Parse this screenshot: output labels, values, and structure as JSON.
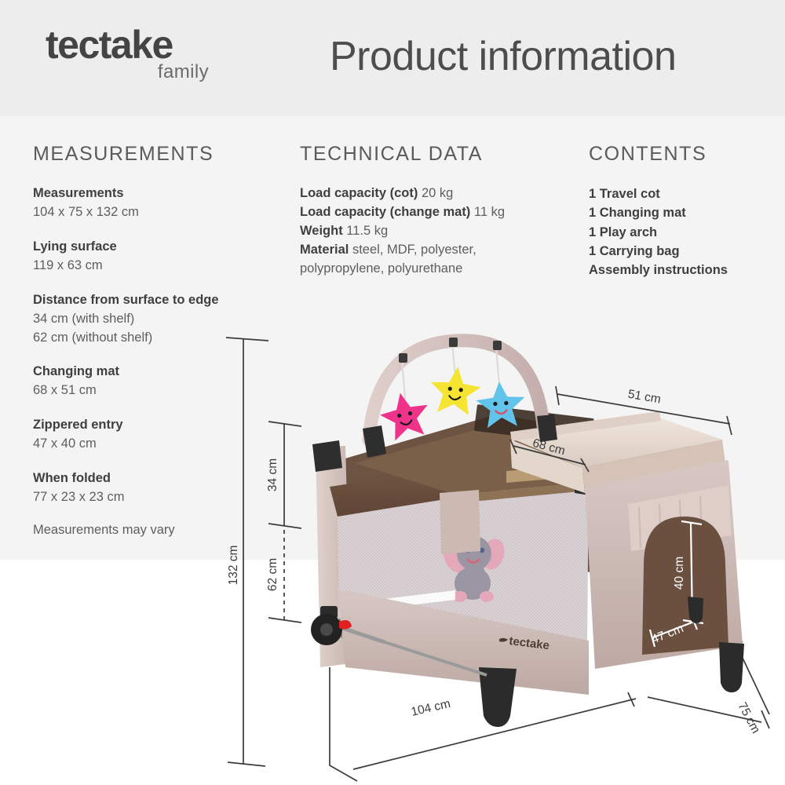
{
  "header": {
    "logo_main": "tectake",
    "logo_sub": "family",
    "title": "Product information"
  },
  "columns": {
    "measurements": {
      "heading": "MEASUREMENTS",
      "blocks": [
        {
          "label": "Measurements",
          "value": "104 x 75 x 132 cm"
        },
        {
          "label": "Lying surface",
          "value": "119 x 63 cm"
        },
        {
          "label": "Distance from surface to edge",
          "value": "34 cm (with shelf)",
          "value2": "62 cm (without shelf)"
        },
        {
          "label": "Changing mat",
          "value": "68 x 51 cm"
        },
        {
          "label": "Zippered entry",
          "value": "47 x 40 cm"
        },
        {
          "label": "When folded",
          "value": "77 x 23 x 23 cm"
        }
      ],
      "note": "Measurements may vary"
    },
    "technical": {
      "heading": "TECHNICAL DATA",
      "rows": [
        {
          "label": "Load capacity (cot)",
          "value": "20 kg"
        },
        {
          "label": "Load capacity (change mat)",
          "value": "11 kg"
        },
        {
          "label": "Weight",
          "value": "11.5 kg"
        },
        {
          "label": "Material",
          "value": "steel, MDF, polyester,"
        }
      ],
      "material_cont": "polypropylene, polyurethane"
    },
    "contents": {
      "heading": "CONTENTS",
      "items": [
        "1 Travel cot",
        "1 Changing mat",
        "1 Play arch",
        "1 Carrying bag",
        "Assembly instructions"
      ]
    }
  },
  "product_image": {
    "cot_logo": "tectake",
    "dimensions": {
      "total_height": "132 cm",
      "surface_to_edge_with_shelf": "34 cm",
      "surface_to_edge_without_shelf": "62 cm",
      "mat_length": "68 cm",
      "mat_width": "51 cm",
      "entry_height": "40 cm",
      "entry_width": "47 cm",
      "length": "104 cm",
      "depth": "75 cm"
    },
    "toys": [
      "pink star",
      "yellow star",
      "blue star"
    ],
    "graphic": "elephant"
  },
  "colors": {
    "header_band": "#ededed",
    "body_band": "#f4f4f4",
    "text_dark": "#3f3f3f",
    "text_mid": "#5e5e5e",
    "cot_taupe": "#c9b8b4",
    "cot_brown": "#6b4f3f",
    "star_pink": "#f0338a",
    "star_yellow": "#f5e432",
    "star_blue": "#62c4ea"
  }
}
